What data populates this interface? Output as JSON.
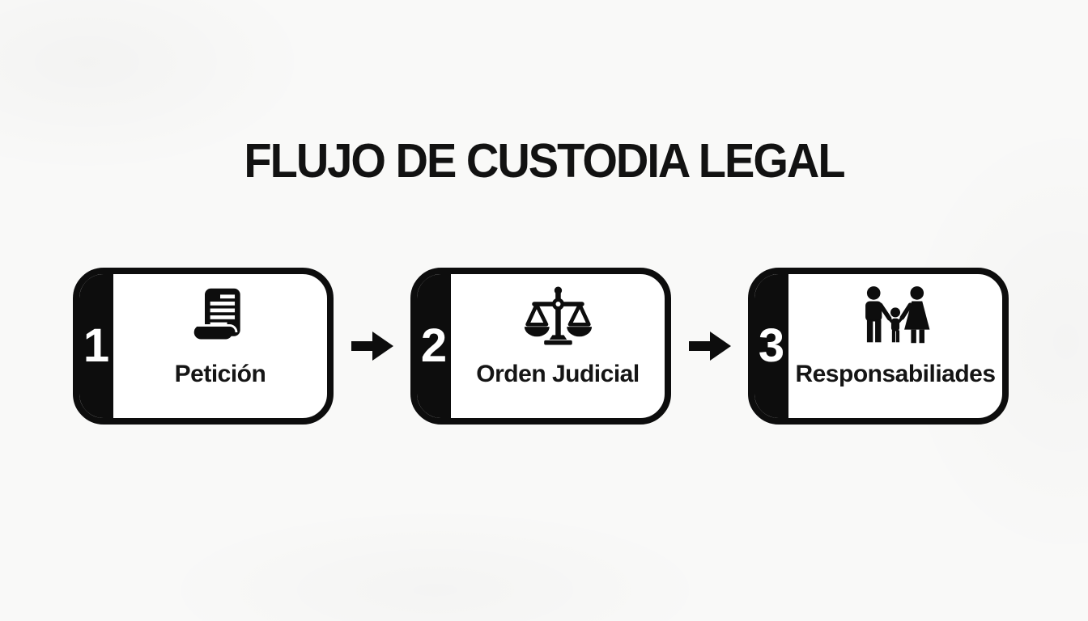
{
  "title": "FLUJO DE CUSTODIA LEGAL",
  "colors": {
    "background": "#f9f9f8",
    "box_border": "#0d0d0d",
    "strip": "#0d0d0d",
    "number_text": "#ffffff",
    "label_text": "#151515",
    "icon": "#0d0d0d"
  },
  "steps": [
    {
      "number": "1",
      "label": "Petición",
      "icon": "document-icon"
    },
    {
      "number": "2",
      "label": "Orden Judicial",
      "icon": "scales-icon"
    },
    {
      "number": "3",
      "label": "Responsabiliades",
      "icon": "family-icon"
    }
  ],
  "connectors": [
    {
      "icon": "arrow-right-icon"
    },
    {
      "icon": "arrow-right-icon"
    }
  ]
}
